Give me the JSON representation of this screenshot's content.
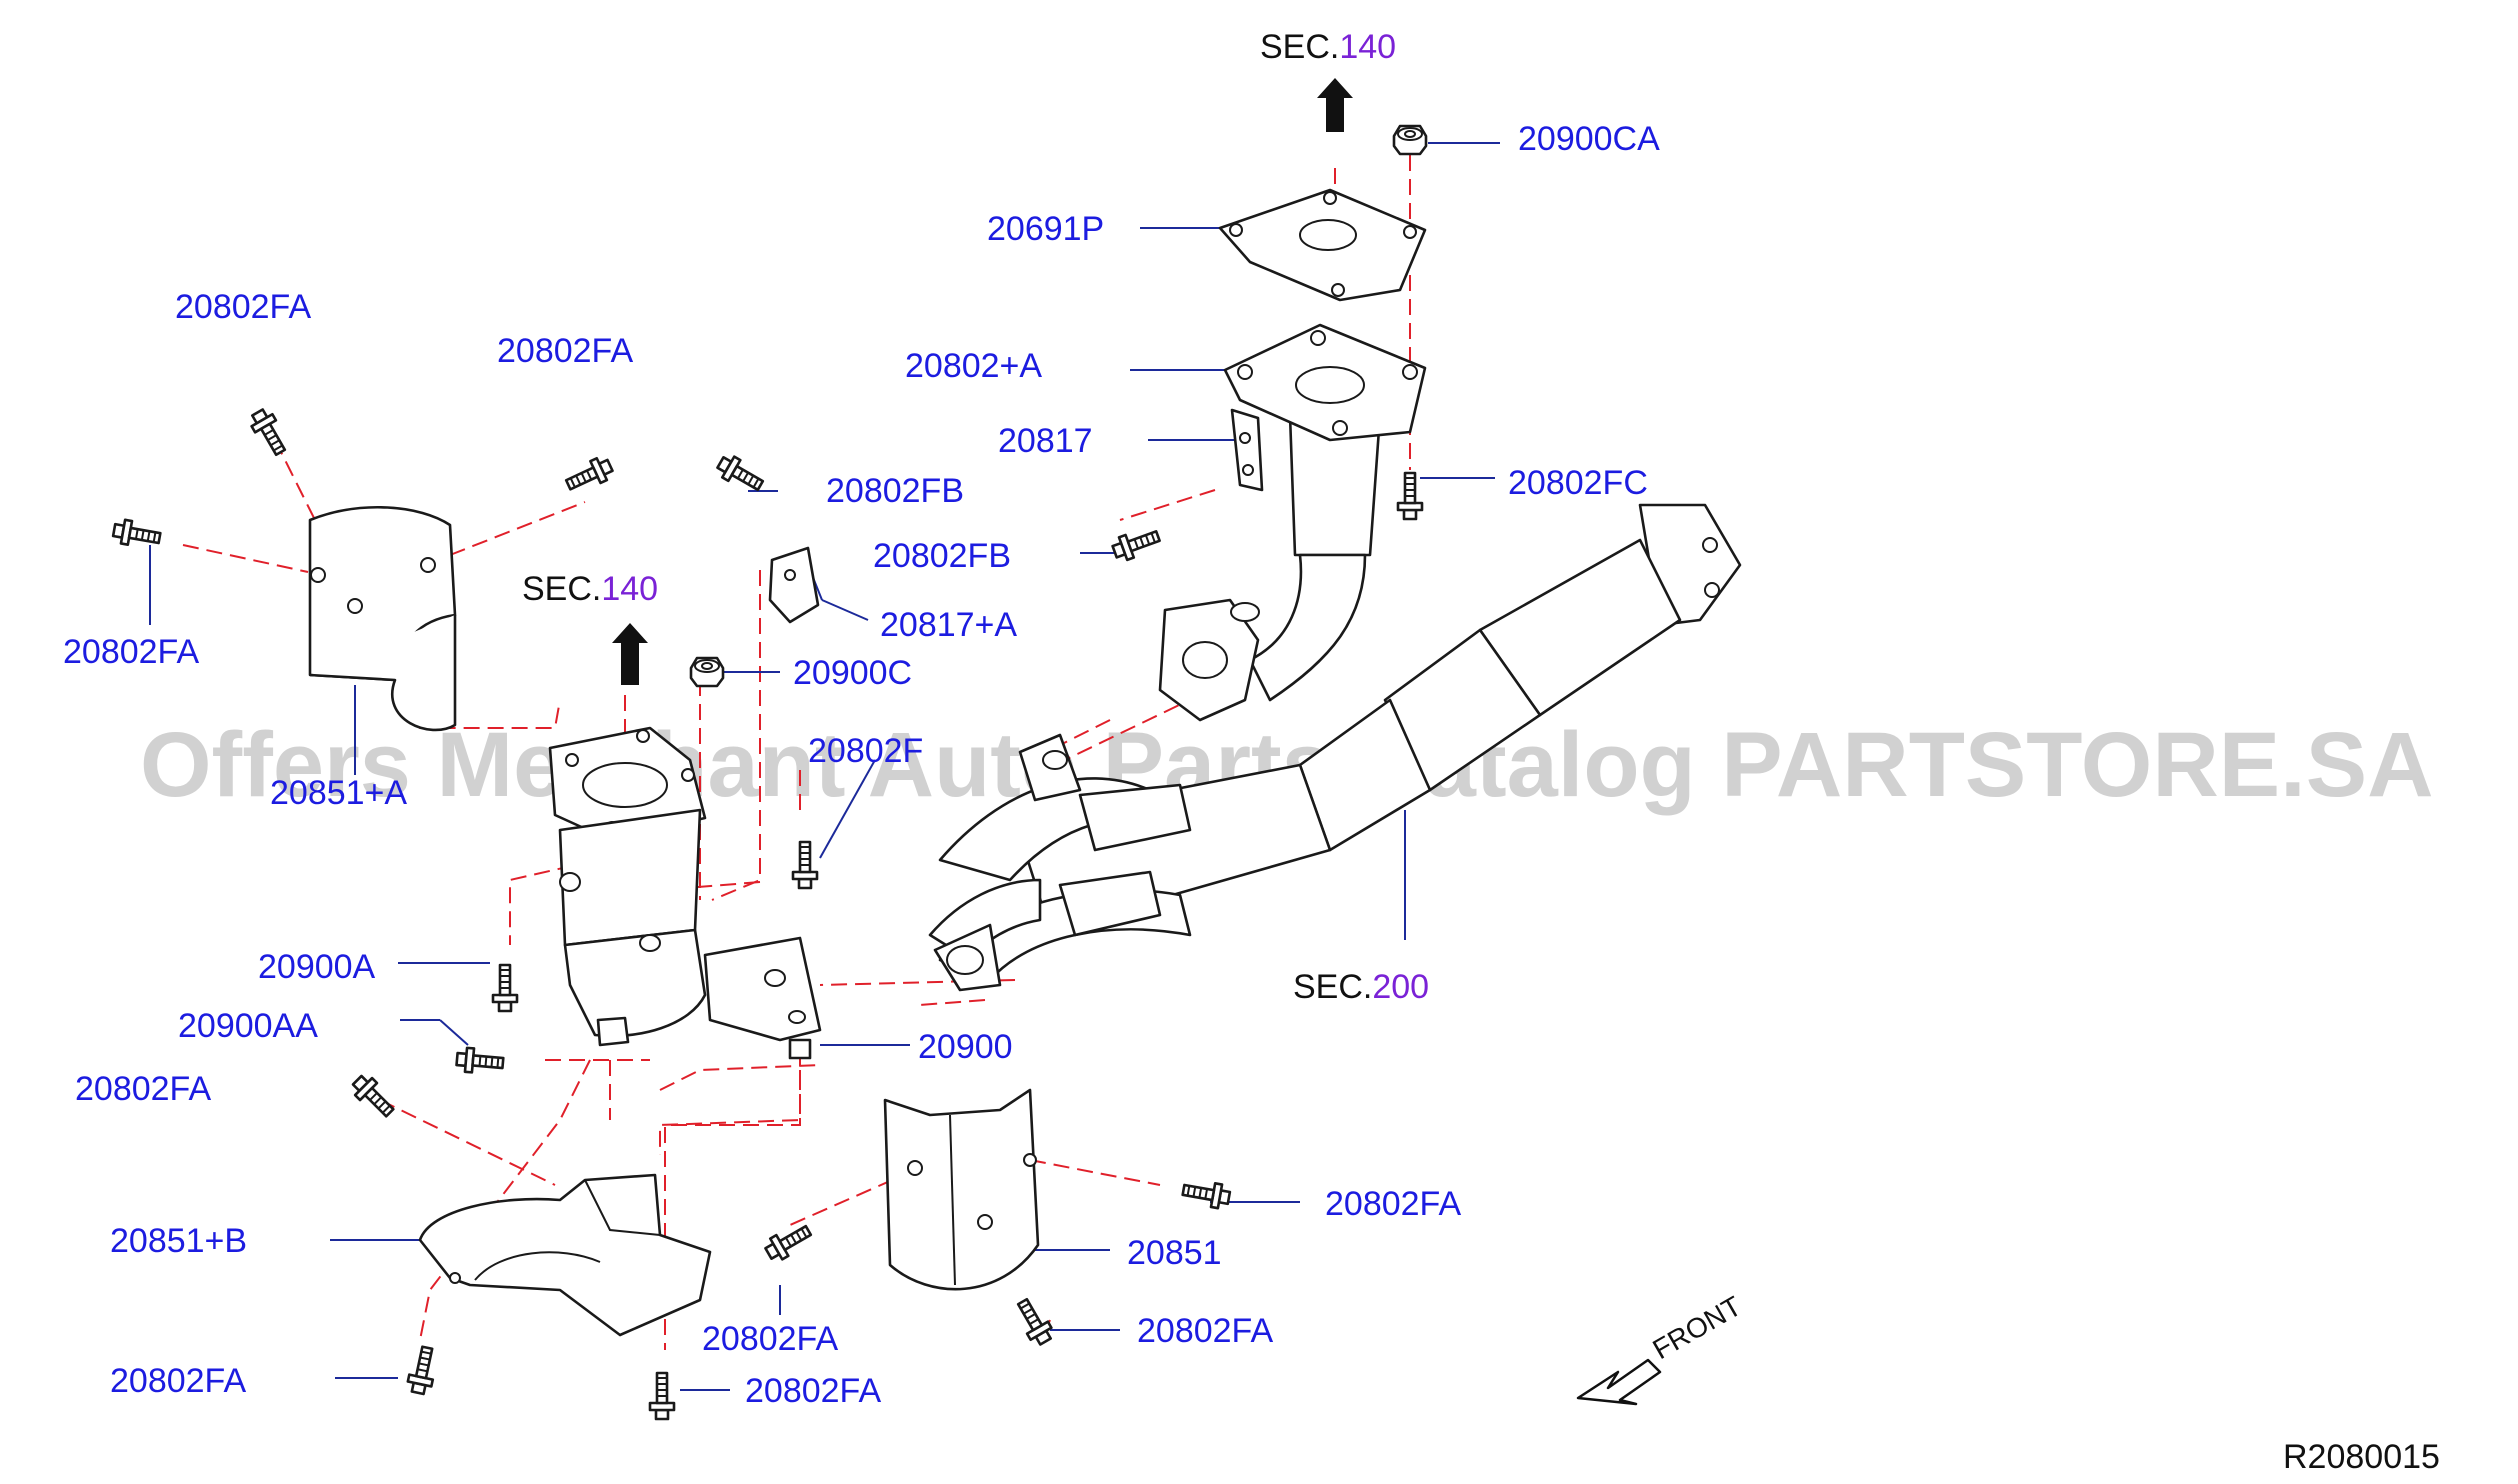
{
  "labels": {
    "fa_topleft": "20802FA",
    "fa_top": "20802FA",
    "fa_left": "20802FA",
    "fb_upper": "20802FB",
    "fb_lower": "20802FB",
    "l_20817a": "20817+A",
    "l_20900c": "20900C",
    "l_20802f": "20802F",
    "l_20851a": "20851+A",
    "l_20900ca": "20900CA",
    "l_20691p": "20691P",
    "l_20802a": "20802+A",
    "l_20817": "20817",
    "l_20802fc": "20802FC",
    "l_20900a": "20900A",
    "l_20900aa": "20900AA",
    "fa_midleft": "20802FA",
    "l_20900": "20900",
    "l_20851b": "20851+B",
    "fa_botleft": "20802FA",
    "fa_botmid1": "20802FA",
    "fa_botmid2": "20802FA",
    "l_20851": "20851",
    "fa_right1": "20802FA",
    "fa_right2": "20802FA"
  },
  "sections": {
    "top": {
      "prefix": "SEC.",
      "num": "140"
    },
    "mid": {
      "prefix": "SEC.",
      "num": "140"
    },
    "exhaust": {
      "prefix": "SEC.",
      "num": "200"
    }
  },
  "front": "FRONT",
  "ref_code": "R2080015",
  "watermark": "Offers Merchant Auto Parts Catalog PARTSTORE.SA",
  "colors": {
    "label": "#1c1ce0",
    "section_number": "#7a22d6",
    "dash": "#e0202a",
    "watermark": "#c9c9c9"
  },
  "icons": [
    "arrow-up-icon",
    "arrow-front-icon",
    "bolt-icon",
    "nut-icon"
  ]
}
